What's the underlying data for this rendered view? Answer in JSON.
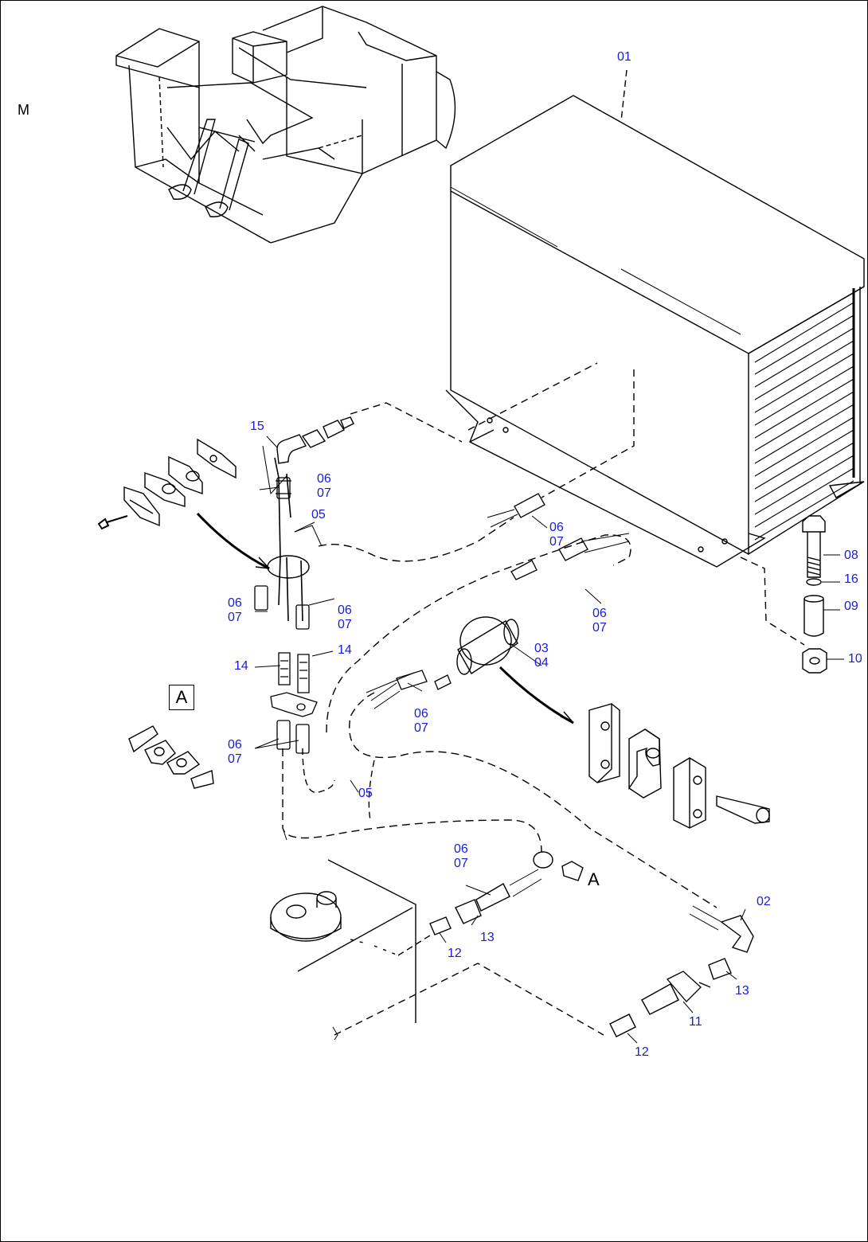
{
  "view_label": "M",
  "detail_marker": "A",
  "detail_ref": "A",
  "callouts": [
    {
      "id": "01",
      "text": "01"
    },
    {
      "id": "15",
      "text": "15"
    },
    {
      "id": "06-07-a",
      "text": "06\n07"
    },
    {
      "id": "05-a",
      "text": "05"
    },
    {
      "id": "06-07-b",
      "text": "06\n07"
    },
    {
      "id": "08",
      "text": "08"
    },
    {
      "id": "16",
      "text": "16"
    },
    {
      "id": "09",
      "text": "09"
    },
    {
      "id": "10",
      "text": "10"
    },
    {
      "id": "06-07-c",
      "text": "06\n07"
    },
    {
      "id": "06-07-d",
      "text": "06\n07"
    },
    {
      "id": "06-07-e",
      "text": "06\n07"
    },
    {
      "id": "03-04",
      "text": "03\n04"
    },
    {
      "id": "14-a",
      "text": "14"
    },
    {
      "id": "14-b",
      "text": "14"
    },
    {
      "id": "06-07-f",
      "text": "06\n07"
    },
    {
      "id": "06-07-g",
      "text": "06\n07"
    },
    {
      "id": "05-b",
      "text": "05"
    },
    {
      "id": "06-07-h",
      "text": "06\n07"
    },
    {
      "id": "02",
      "text": "02"
    },
    {
      "id": "13-a",
      "text": "13"
    },
    {
      "id": "12-a",
      "text": "12"
    },
    {
      "id": "13-b",
      "text": "13"
    },
    {
      "id": "11",
      "text": "11"
    },
    {
      "id": "12-b",
      "text": "12"
    }
  ]
}
